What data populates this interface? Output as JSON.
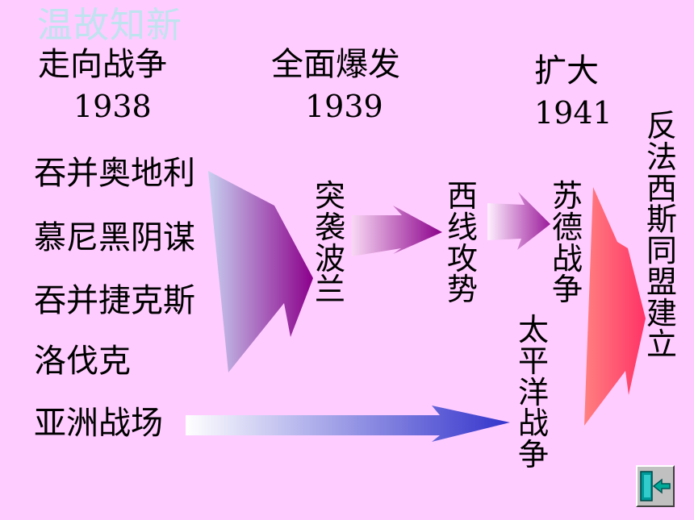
{
  "title": "温故知新",
  "phases": [
    {
      "label": "走向战争",
      "year": "1938"
    },
    {
      "label": "全面爆发",
      "year": "1939"
    },
    {
      "label": "扩大",
      "year": "1941"
    }
  ],
  "causes": [
    "吞并奥地利",
    "慕尼黑阴谋",
    "吞并捷克斯",
    "洛伐克",
    "亚洲战场"
  ],
  "events": {
    "invade_poland": "突袭波兰",
    "western_offensive": "西线攻势",
    "soviet_german_war": "苏德战争",
    "pacific_war": "太平洋战争",
    "alliance": "反法西斯同盟建立"
  },
  "colors": {
    "background": "#FFCCFF",
    "title": "#BFE3EF",
    "arrow_blue_purple": "#8B008B",
    "arrow_red": "#FF6666",
    "arrow_asia": "#3333CC"
  },
  "icons": {
    "exit": "exit-door-icon"
  }
}
